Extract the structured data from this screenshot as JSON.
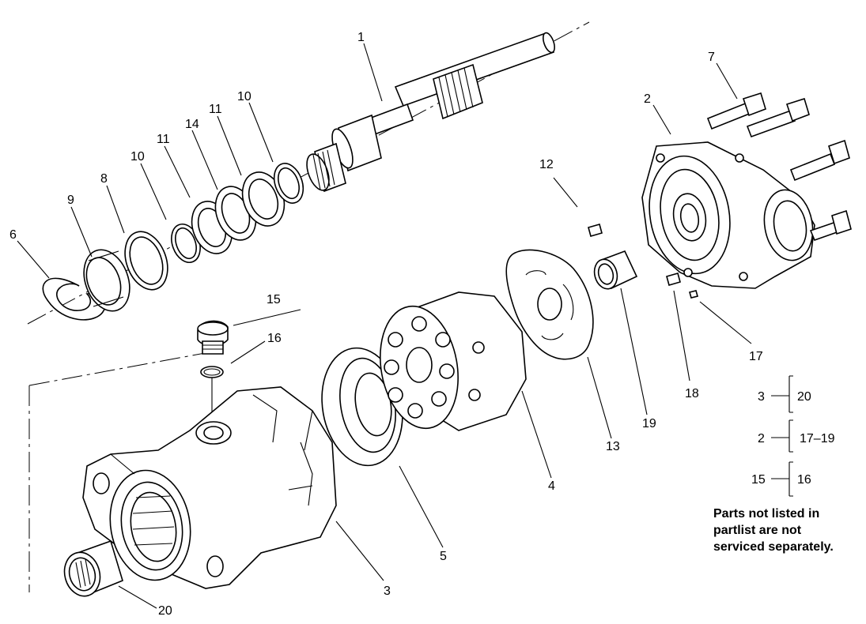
{
  "callouts": {
    "c1": "1",
    "c2": "2",
    "c3": "3",
    "c4": "4",
    "c5": "5",
    "c6": "6",
    "c7": "7",
    "c8": "8",
    "c9": "9",
    "c10a": "10",
    "c10b": "10",
    "c11a": "11",
    "c11b": "11",
    "c12": "12",
    "c13": "13",
    "c14": "14",
    "c15": "15",
    "c16": "16",
    "c17": "17",
    "c18": "18",
    "c19": "19",
    "c20": "20"
  },
  "kit_references": [
    {
      "assembly": "3",
      "contains": "20"
    },
    {
      "assembly": "2",
      "contains": "17–19"
    },
    {
      "assembly": "15",
      "contains": "16"
    }
  ],
  "note": {
    "line1": "Parts not listed in",
    "line2": "partlist are not",
    "line3": "serviced separately."
  }
}
